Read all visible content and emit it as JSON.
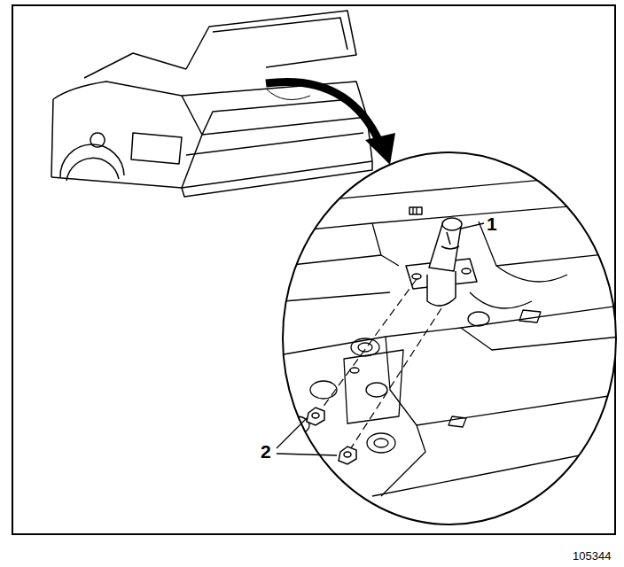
{
  "diagram": {
    "labels": [
      "1",
      "2",
      "105344"
    ]
  }
}
